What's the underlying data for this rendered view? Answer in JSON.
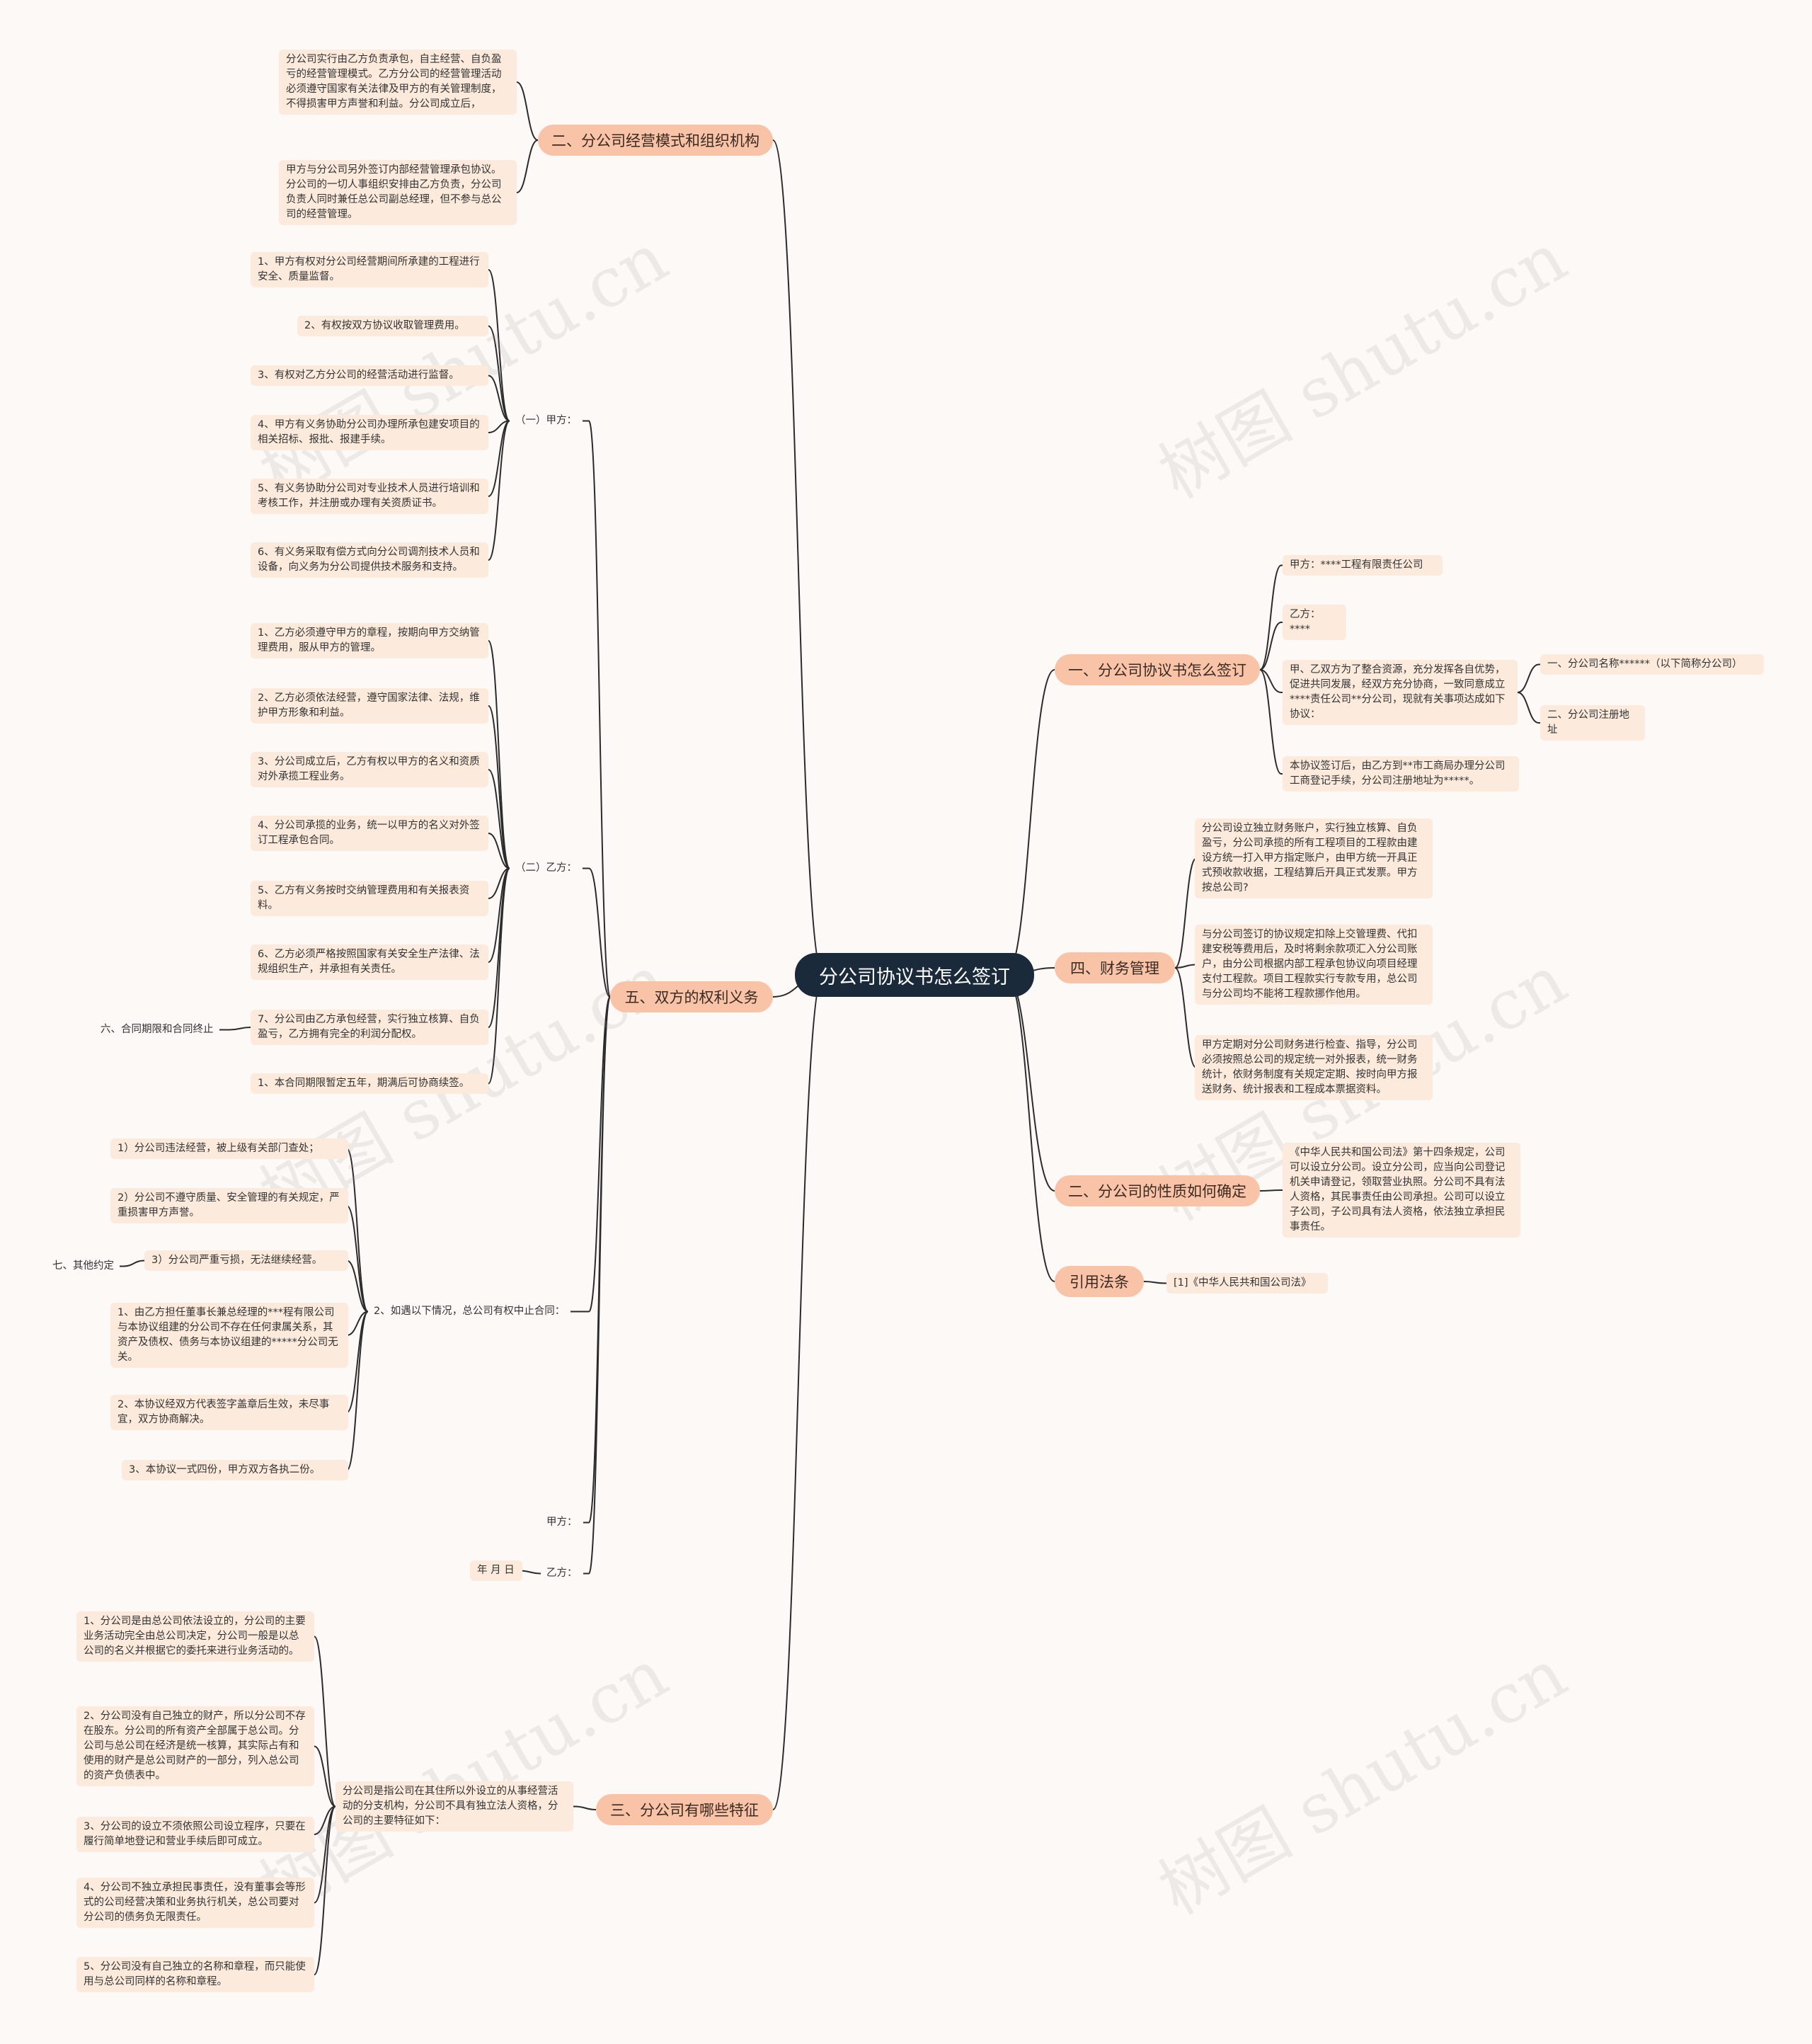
{
  "colors": {
    "root": "#1b2a3b",
    "branch": "#f9c3a8",
    "leaf": "#fcebdc",
    "line": "#2b2b2b",
    "background": "#fdf9f7"
  },
  "watermark": "树图 shutu.cn",
  "root": "分公司协议书怎么签订",
  "branches": {
    "b1": "一、分公司协议书怎么签订",
    "b2": "四、财务管理",
    "b3": "二、分公司的性质如何确定",
    "b4": "引用法条",
    "b5": "二、分公司经营模式和组织机构",
    "b6": "五、双方的权利义务",
    "b7": "三、分公司有哪些特征"
  },
  "b1": {
    "n1": "甲方：****工程有限责任公司",
    "n2": "乙方：****",
    "n3": "甲、乙双方为了整合资源，充分发挥各自优势，促进共同发展，经双方充分协商，一致同意成立****责任公司**分公司，现就有关事项达成如下协议：",
    "n3a": "一、分公司名称******（以下简称分公司）",
    "n3b": "二、分公司注册地址",
    "n4": "本协议签订后，由乙方到**市工商局办理分公司工商登记手续，分公司注册地址为*****。"
  },
  "b2": {
    "n1": "分公司设立独立财务账户，实行独立核算、自负盈亏，分公司承揽的所有工程项目的工程款由建设方统一打入甲方指定账户，由甲方统一开具正式预收款收据，工程结算后开具正式发票。甲方按总公司?",
    "n2": "与分公司签订的协议规定扣除上交管理费、代扣建安税等费用后，及时将剩余款项汇入分公司账户，由分公司根据内部工程承包协议向项目经理支付工程款。项目工程款实行专款专用，总公司与分公司均不能将工程款挪作他用。",
    "n3": "甲方定期对分公司财务进行检查、指导，分公司必须按照总公司的规定统一对外报表，统一财务统计，依财务制度有关规定定期、按时向甲方报送财务、统计报表和工程成本票据资料。"
  },
  "b3": {
    "n1": "《中华人民共和国公司法》第十四条规定，公司可以设立分公司。设立分公司，应当向公司登记机关申请登记，领取营业执照。分公司不具有法人资格，其民事责任由公司承担。公司可以设立子公司，子公司具有法人资格，依法独立承担民事责任。"
  },
  "b4": {
    "n1": "[1]《中华人民共和国公司法》"
  },
  "b5": {
    "n1": "分公司实行由乙方负责承包，自主经营、自负盈亏的经营管理模式。乙方分公司的经营管理活动必须遵守国家有关法律及甲方的有关管理制度，不得损害甲方声誉和利益。分公司成立后，",
    "n2": "甲方与分公司另外签订内部经营管理承包协议。分公司的一切人事组织安排由乙方负责，分公司负责人同时兼任总公司副总经理，但不参与总公司的经营管理。"
  },
  "b6": {
    "jia": "（一）甲方：",
    "jia_items": [
      "1、甲方有权对分公司经营期间所承建的工程进行安全、质量监督。",
      "2、有权按双方协议收取管理费用。",
      "3、有权对乙方分公司的经营活动进行监督。",
      "4、甲方有义务协助分公司办理所承包建安项目的相关招标、报批、报建手续。",
      "5、有义务协助分公司对专业技术人员进行培训和考核工作，并注册或办理有关资质证书。",
      "6、有义务采取有偿方式向分公司调剂技术人员和设备，向义务为分公司提供技术服务和支持。"
    ],
    "yi": "（二）乙方：",
    "yi_items": [
      "1、乙方必须遵守甲方的章程，按期向甲方交纳管理费用，服从甲方的管理。",
      "2、乙方必须依法经营，遵守国家法律、法规，维护甲方形象和利益。",
      "3、分公司成立后，乙方有权以甲方的名义和资质对外承揽工程业务。",
      "4、分公司承揽的业务，统一以甲方的名义对外签订工程承包合同。",
      "5、乙方有义务按时交纳管理费用和有关报表资料。",
      "6、乙方必须严格按照国家有关安全生产法律、法规组织生产，并承担有关责任。",
      "7、分公司由乙方承包经营，实行独立核算、自负盈亏，乙方拥有完全的利润分配权。",
      "1、本合同期限暂定五年，期满后可协商续签。"
    ],
    "term": "六、合同期限和合同终止",
    "stop": "2、如遇以下情况，总公司有权中止合同：",
    "stop_items": [
      "1）分公司违法经营，被上级有关部门查处；",
      "2）分公司不遵守质量、安全管理的有关规定，严重损害甲方声誉。",
      "3）分公司严重亏损，无法继续经营。",
      "1、由乙方担任董事长兼总经理的***程有限公司与本协议组建的分公司不存在任何隶属关系，其资产及债权、债务与本协议组建的*****分公司无关。",
      "2、本协议经双方代表签字盖章后生效，未尽事宜，双方协商解决。",
      "3、本协议一式四份，甲方双方各执二份。"
    ],
    "other": "七、其他约定",
    "sign_jia": "甲方：",
    "sign_yi": "乙方：",
    "date": "年 月 日"
  },
  "b7": {
    "intro": "分公司是指公司在其住所以外设立的从事经营活动的分支机构，分公司不具有独立法人资格，分公司的主要特征如下：",
    "items": [
      "1、分公司是由总公司依法设立的，分公司的主要业务活动完全由总公司决定，分公司一般是以总公司的名义并根据它的委托来进行业务活动的。",
      "2、分公司没有自己独立的财产，所以分公司不存在股东。分公司的所有资产全部属于总公司。分公司与总公司在经济是统一核算，其实际占有和使用的财产是总公司财产的一部分，列入总公司的资产负债表中。",
      "3、分公司的设立不须依照公司设立程序，只要在履行简单地登记和营业手续后即可成立。",
      "4、分公司不独立承担民事责任，没有董事会等形式的公司经营决策和业务执行机关，总公司要对分公司的债务负无限责任。",
      "5、分公司没有自己独立的名称和章程，而只能使用与总公司同样的名称和章程。"
    ]
  }
}
